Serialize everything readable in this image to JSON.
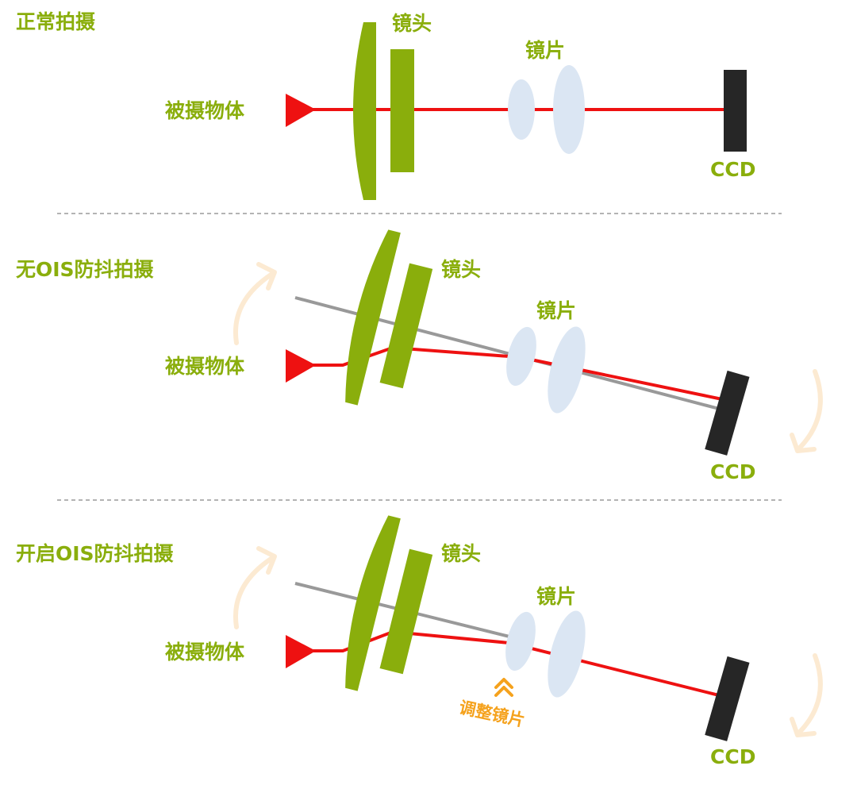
{
  "colors": {
    "green": "#8aae0c",
    "red": "#ee1111",
    "gray": "#999999",
    "lens": "#dbe6f3",
    "ccd": "#262626",
    "arrow": "#fcead2",
    "orange": "#f5a21d",
    "divider": "#9a9a9a"
  },
  "panels": [
    {
      "title": "正常拍摄",
      "object_label": "被摄物体",
      "lens_label": "镜头",
      "element_label": "镜片",
      "ccd_label": "CCD",
      "shake_arrows": false,
      "reference_axis": false
    },
    {
      "title": "无OIS防抖拍摄",
      "object_label": "被摄物体",
      "lens_label": "镜头",
      "element_label": "镜片",
      "ccd_label": "CCD",
      "shake_arrows": true,
      "reference_axis": true
    },
    {
      "title": "开启OIS防抖拍摄",
      "object_label": "被摄物体",
      "lens_label": "镜头",
      "element_label": "镜片",
      "ccd_label": "CCD",
      "shake_arrows": true,
      "reference_axis": true,
      "adjust_label": "调整镜片",
      "adjust_icon": "double-chevron-up-icon"
    }
  ]
}
